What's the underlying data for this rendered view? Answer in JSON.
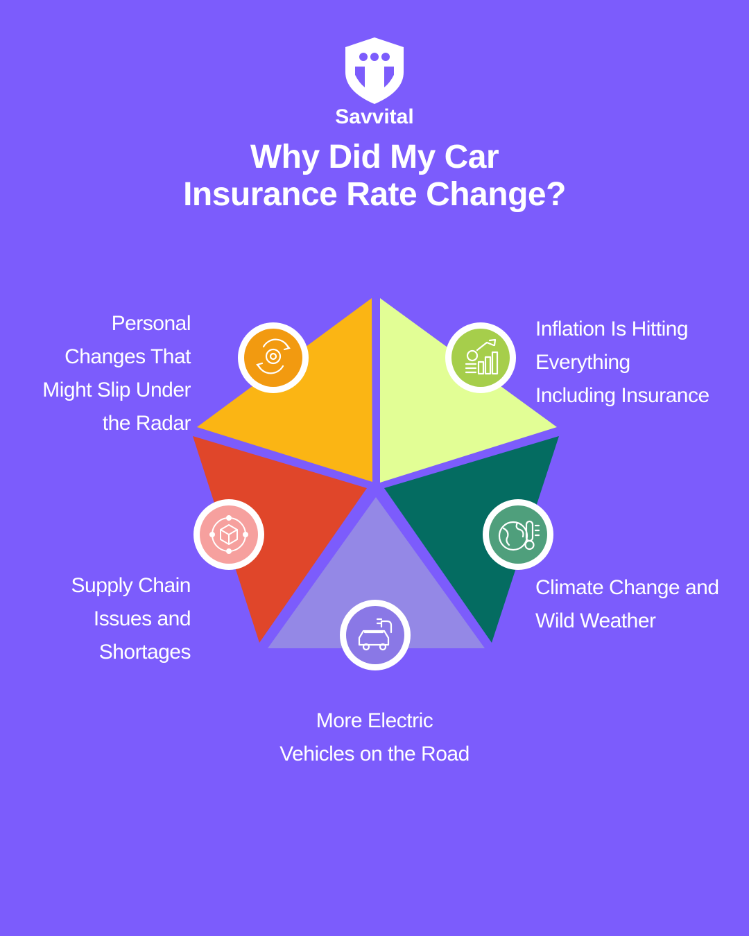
{
  "brand": {
    "name": "Savvital"
  },
  "title": {
    "line1": "Why Did My Car",
    "line2": "Insurance Rate Change?"
  },
  "segments": [
    {
      "id": "personal",
      "lines": [
        "Personal",
        "Changes That",
        "Might Slip Under",
        "the Radar"
      ],
      "color": "#FBB514",
      "icon": "gear-cycle-icon",
      "icon_color": "#F29A10"
    },
    {
      "id": "inflation",
      "lines": [
        "Inflation Is Hitting",
        "Everything",
        "Including Insurance"
      ],
      "color": "#E2FE95",
      "icon": "rising-cost-chart-icon",
      "icon_color": "#A6CE4B"
    },
    {
      "id": "climate",
      "lines": [
        "Climate Change and",
        "Wild Weather"
      ],
      "color": "#046C61",
      "icon": "globe-thermometer-icon",
      "icon_color": "#4F9F7C"
    },
    {
      "id": "ev",
      "lines": [
        "More Electric",
        "Vehicles on the Road"
      ],
      "color": "#9488E6",
      "icon": "electric-car-icon",
      "icon_color": "#8A78E6"
    },
    {
      "id": "supply",
      "lines": [
        "Supply Chain",
        "Issues and",
        "Shortages"
      ],
      "color": "#E0462A",
      "icon": "network-box-icon",
      "icon_color": "#F6A09E"
    }
  ]
}
